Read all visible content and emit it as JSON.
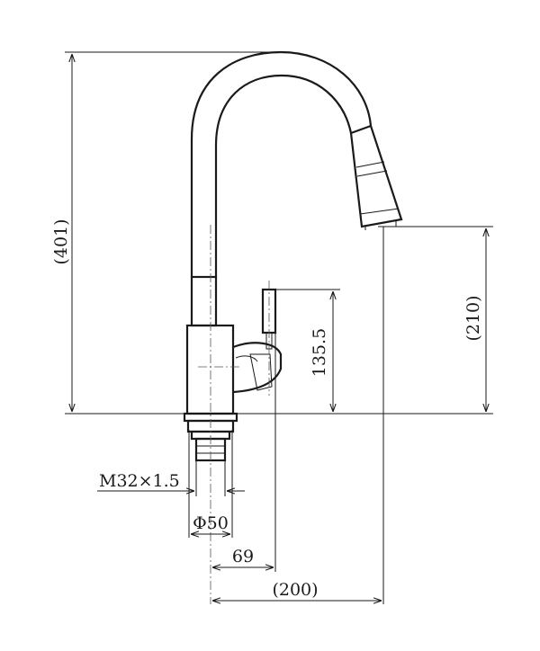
{
  "diagram": {
    "dimensions": {
      "total_height": "(401)",
      "spout_height": "(210)",
      "handle_height": "135.5",
      "thread": "M32×1.5",
      "base_diameter": "Φ50",
      "handle_offset": "69",
      "reach": "(200)"
    },
    "colors": {
      "line": "#1a1a1a",
      "background": "#ffffff"
    }
  }
}
